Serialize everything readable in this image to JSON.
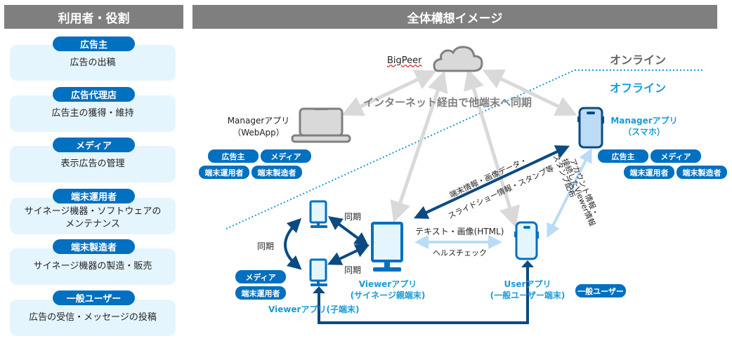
{
  "left_panel": {
    "title": "利用者・役割",
    "roles": [
      {
        "name": "広告主",
        "desc": "広告の出稿"
      },
      {
        "name": "広告代理店",
        "desc": "広告主の獲得・維持"
      },
      {
        "name": "メディア",
        "desc": "表示広告の管理"
      },
      {
        "name": "端末運用者",
        "desc": "サイネージ機器・ソフトウェアの\nメンテナンス"
      },
      {
        "name": "端末製造者",
        "desc": "サイネージ機器の製造・販売"
      },
      {
        "name": "一般ユーザー",
        "desc": "広告の受信・メッセージの投稿"
      }
    ]
  },
  "right_panel": {
    "title": "全体構想イメージ",
    "zones": {
      "online": "オンライン",
      "offline": "オフライン"
    },
    "cloud": {
      "label": "BigPeer",
      "icon": "cloud-icon"
    },
    "sync_caption": "インターネット経由で他端末へ同期",
    "manager_web": {
      "line1": "Managerアプリ",
      "line2": "（WebApp）",
      "icon": "laptop-icon",
      "tags": [
        "広告主",
        "メディア",
        "端末運用者",
        "端末製造者"
      ]
    },
    "manager_phone": {
      "line1": "Managerアプリ",
      "line2": "（スマホ）",
      "icon": "smartphone-icon",
      "tags": [
        "広告主",
        "メディア",
        "端末運用者",
        "端末製造者"
      ]
    },
    "viewer_parent": {
      "line1": "Viewerアプリ",
      "line2": "(サイネージ親端末)",
      "icon": "monitor-icon"
    },
    "viewer_child": {
      "label": "Viewerアプリ(子端末)",
      "icon": "monitor-icon",
      "tags": [
        "メディア",
        "端末運用者"
      ]
    },
    "user_app": {
      "line1": "Userアプリ",
      "line2": "(一般ユーザー端末)",
      "icon": "smartphone-icon",
      "tags": [
        "一般ユーザー"
      ]
    },
    "labels": {
      "sync": "同期",
      "data_line1": "端末情報・画像データ・",
      "data_line2": "スライドショー情報・スタンプ等",
      "text_image": "テキスト・画像(HTML)",
      "health_check": "ヘルスチェック",
      "account_line1": "アカウント情報・",
      "account_line2": "接続したViewer情報",
      "stamp_dist": "スタンプ配布"
    },
    "colors": {
      "dark_arrow": "#0b4a82",
      "light_arrow": "#b9dcf7",
      "gray_arrow": "#d9d9d9",
      "device_blue": "#0070c0",
      "accent_cyan": "#1a9ad6"
    }
  }
}
